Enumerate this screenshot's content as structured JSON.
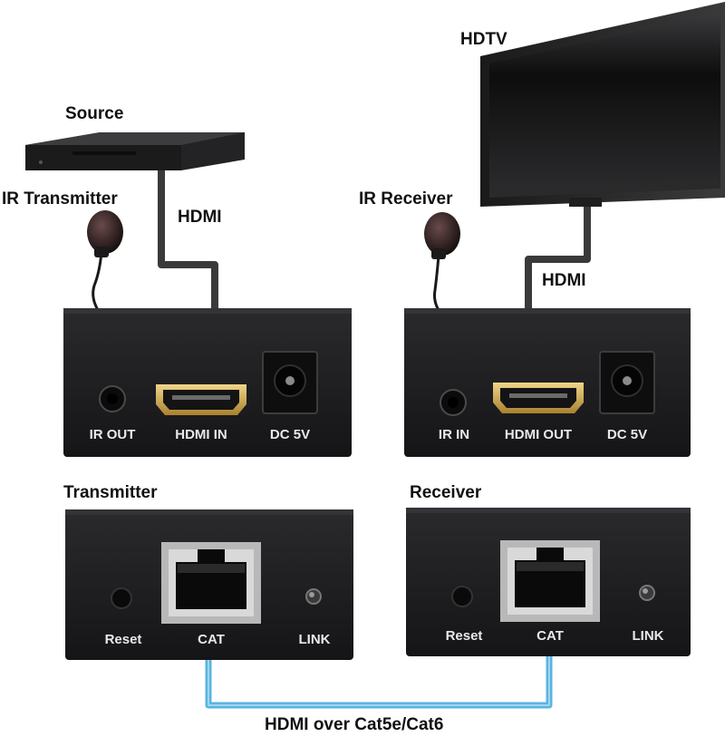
{
  "labels": {
    "source": "Source",
    "hdtv": "HDTV",
    "ir_transmitter": "IR Transmitter",
    "ir_receiver": "IR Receiver",
    "hdmi_source_cable": "HDMI",
    "hdmi_tv_cable": "HDMI",
    "transmitter": "Transmitter",
    "receiver": "Receiver",
    "link_cable": "HDMI over Cat5e/Cat6"
  },
  "transmitter_front": {
    "ir_port": "IR OUT",
    "hdmi_port": "HDMI IN",
    "power_port": "DC 5V"
  },
  "receiver_front": {
    "ir_port": "IR IN",
    "hdmi_port": "HDMI OUT",
    "power_port": "DC 5V"
  },
  "transmitter_back": {
    "reset": "Reset",
    "cat": "CAT",
    "link": "LINK"
  },
  "receiver_back": {
    "reset": "Reset",
    "cat": "CAT",
    "link": "LINK"
  },
  "colors": {
    "device_body": "#1c1c1e",
    "cable_hdmi": "#3a3a3a",
    "cable_cat": "#5ab4e0",
    "hdmi_port_gold": "#c9a24a",
    "rj45_frame": "#b8b8b8"
  }
}
